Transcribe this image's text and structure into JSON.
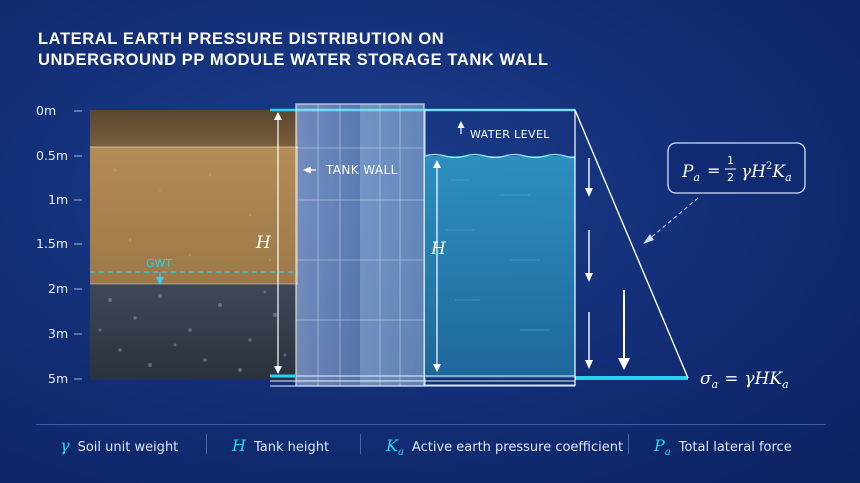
{
  "title": {
    "line1": "LATERAL EARTH PRESSURE DISTRIBUTION ON",
    "line2": "UNDERGROUND PP MODULE WATER STORAGE TANK WALL"
  },
  "depth_labels": [
    "0m",
    "0.5m",
    "1m",
    "1.5m",
    "2m",
    "3m",
    "5m"
  ],
  "labels": {
    "gwt": "GWT",
    "tank_wall": "TANK WALL",
    "water_level": "WATER LEVEL",
    "height_soil": "H",
    "height_water": "H"
  },
  "formulas": {
    "total_force": {
      "lhs": "P",
      "lhs_sub": "a",
      "eq": "=",
      "frac_num": "1",
      "frac_den": "2",
      "rhs_gamma": "γ",
      "rhs_H": "H",
      "rhs_sup": "2",
      "rhs_K": "K",
      "rhs_sub": "a"
    },
    "pressure": {
      "lhs": "σ",
      "lhs_sub": "a",
      "eq": "=",
      "rhs_gamma": "γ",
      "rhs_H": "H",
      "rhs_K": "K",
      "rhs_sub": "a"
    }
  },
  "legend": [
    {
      "symbol": "γ",
      "symbol_sub": "",
      "text": "Soil unit weight"
    },
    {
      "symbol": "H",
      "symbol_sub": "",
      "text": "Tank height"
    },
    {
      "symbol": "K",
      "symbol_sub": "a",
      "text": "Active earth pressure coefficient"
    },
    {
      "symbol": "P",
      "symbol_sub": "a",
      "text": "Total lateral force"
    }
  ],
  "colors": {
    "accent": "#27d3f0",
    "water": "#2a83b8",
    "topsoil": "#6e5638",
    "clay": "#b08a52",
    "gravel": "#4a5566"
  }
}
